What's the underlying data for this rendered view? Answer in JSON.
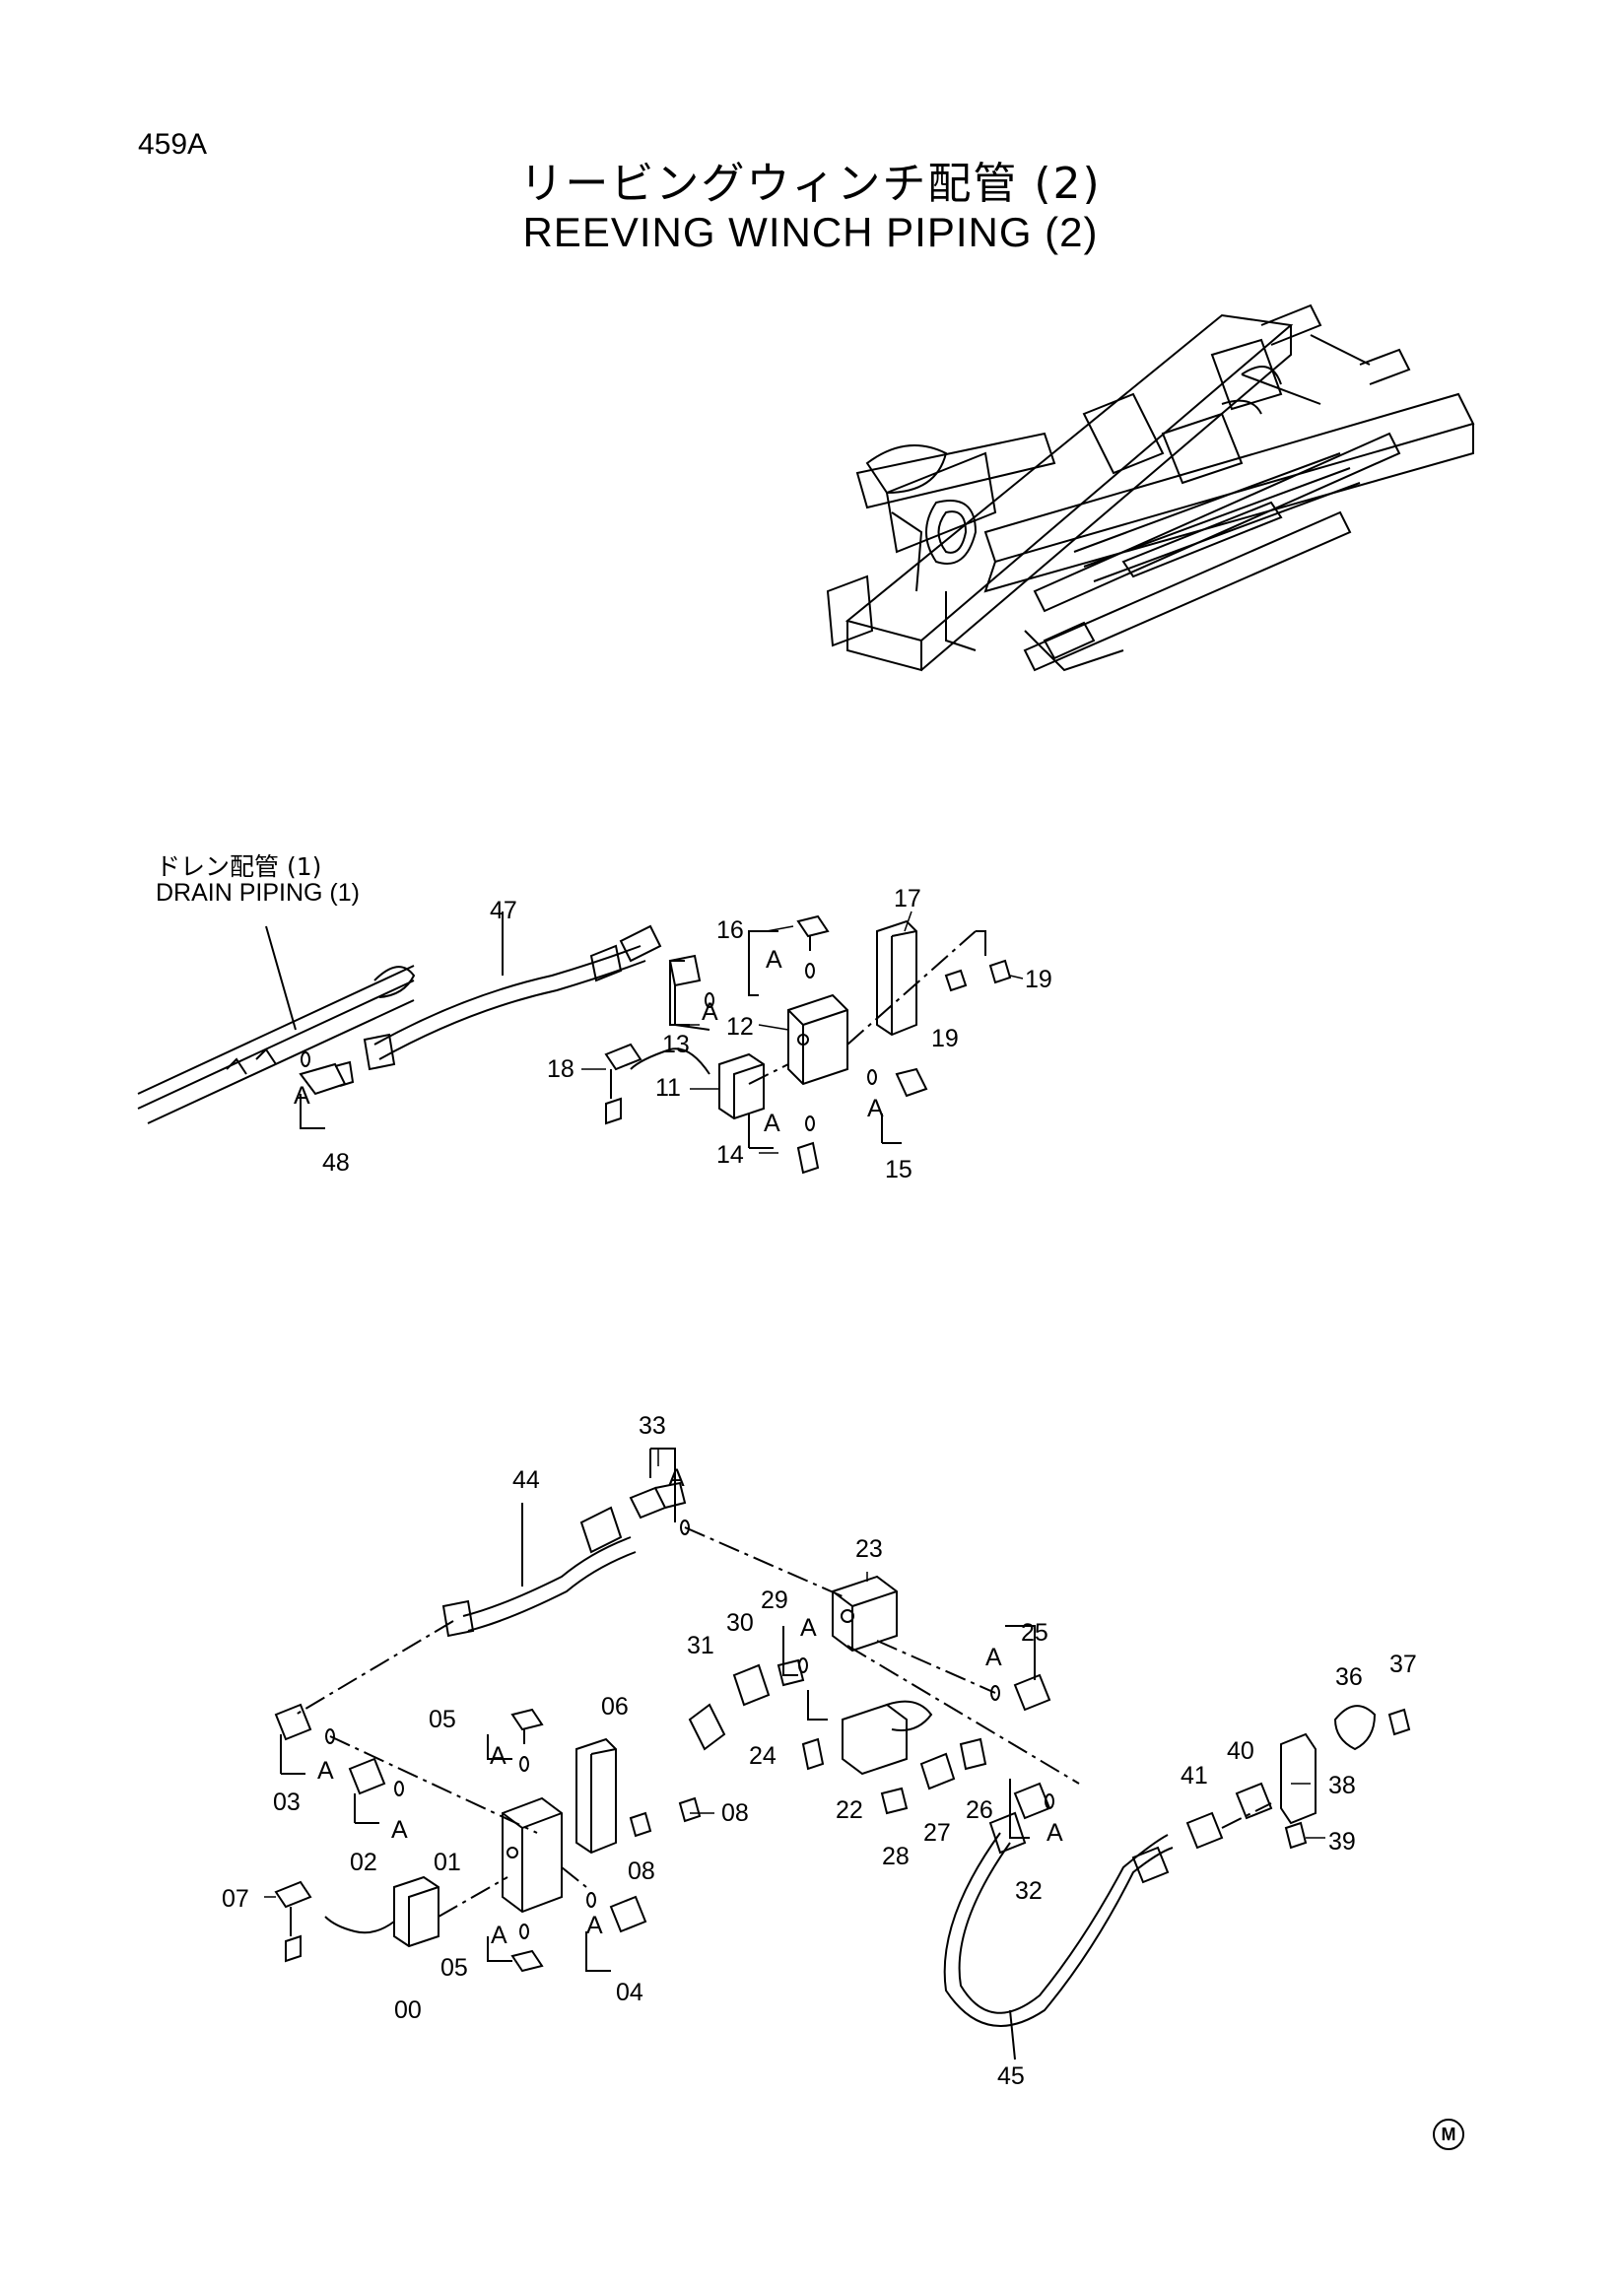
{
  "page_code": "459A",
  "title_jp": "リービングウィンチ配管 (2)",
  "title_en": "REEVING WINCH PIPING (2)",
  "drain_label_jp": "ドレン配管 (1)",
  "drain_label_en": "DRAIN PIPING (1)",
  "group_marker": "A",
  "corner_mark": "M",
  "callouts_upper": [
    "47",
    "16",
    "17",
    "19",
    "19",
    "12",
    "13",
    "18",
    "11",
    "14",
    "15",
    "48"
  ],
  "callouts_lower": [
    "33",
    "44",
    "23",
    "29",
    "30",
    "31",
    "25",
    "24",
    "22",
    "26",
    "27",
    "28",
    "32",
    "36",
    "37",
    "40",
    "41",
    "38",
    "39",
    "45",
    "05",
    "06",
    "08",
    "08",
    "03",
    "02",
    "01",
    "07",
    "05",
    "04",
    "00"
  ]
}
